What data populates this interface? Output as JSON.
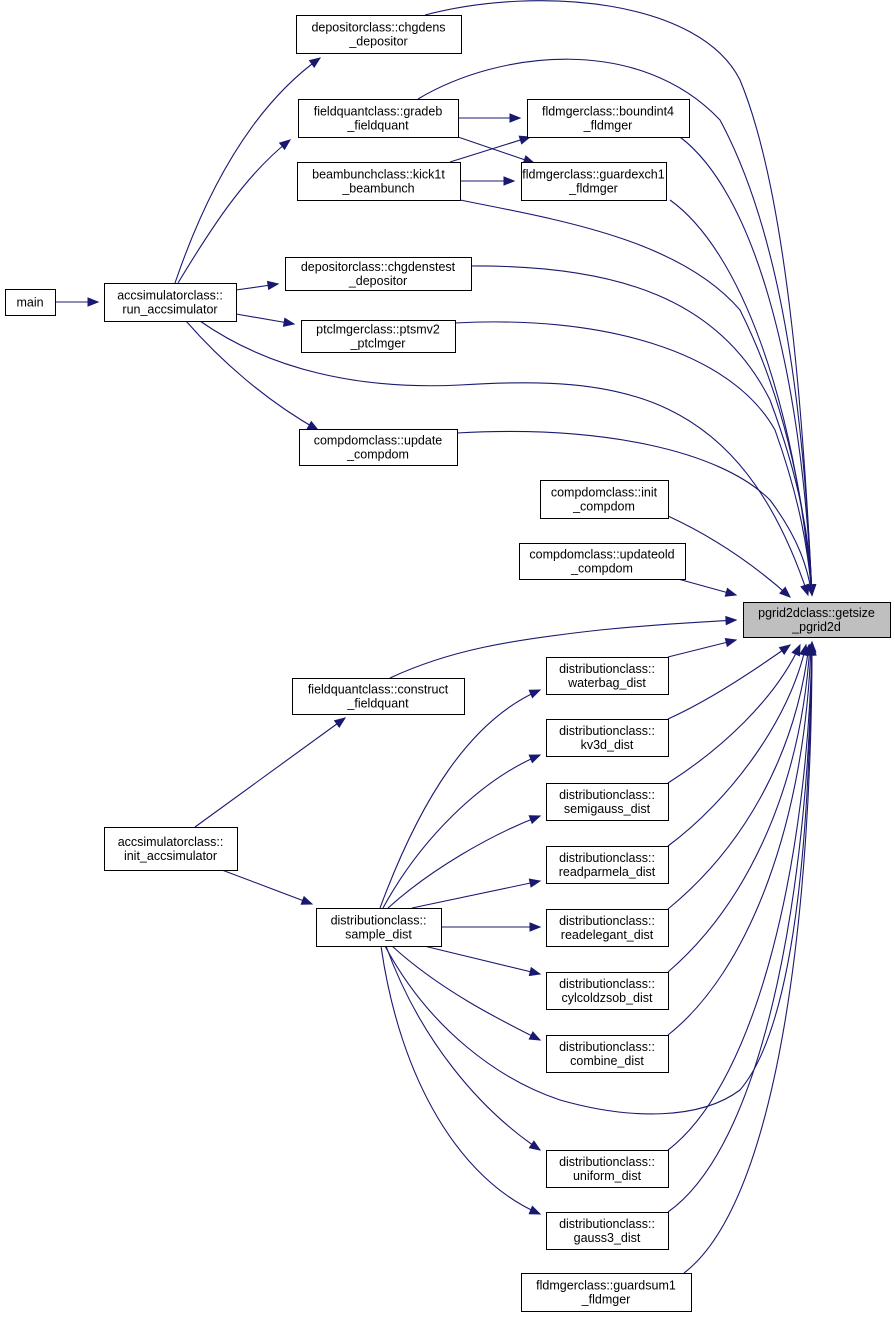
{
  "graph": {
    "nodes": [
      {
        "id": "main",
        "lines": [
          "main"
        ]
      },
      {
        "id": "run_acc",
        "lines": [
          "accsimulatorclass::",
          "run_accsimulator"
        ]
      },
      {
        "id": "chgdens",
        "lines": [
          "depositorclass::chgdens",
          "_depositor"
        ]
      },
      {
        "id": "gradeb",
        "lines": [
          "fieldquantclass::gradeb",
          "_fieldquant"
        ]
      },
      {
        "id": "kick1t",
        "lines": [
          "beambunchclass::kick1t",
          "_beambunch"
        ]
      },
      {
        "id": "boundint4",
        "lines": [
          "fldmgerclass::boundint4",
          "_fldmger"
        ]
      },
      {
        "id": "guardexch1",
        "lines": [
          "fldmgerclass::guardexch1",
          "_fldmger"
        ]
      },
      {
        "id": "chgdenstest",
        "lines": [
          "depositorclass::chgdenstest",
          "_depositor"
        ]
      },
      {
        "id": "ptsmv2",
        "lines": [
          "ptclmgerclass::ptsmv2",
          "_ptclmger"
        ]
      },
      {
        "id": "update_cd",
        "lines": [
          "compdomclass::update",
          "_compdom"
        ]
      },
      {
        "id": "init_cd",
        "lines": [
          "compdomclass::init",
          "_compdom"
        ]
      },
      {
        "id": "updateold_cd",
        "lines": [
          "compdomclass::updateold",
          "_compdom"
        ]
      },
      {
        "id": "getsize",
        "lines": [
          "pgrid2dclass::getsize",
          "_pgrid2d"
        ],
        "highlight": true
      },
      {
        "id": "construct_fq",
        "lines": [
          "fieldquantclass::construct",
          "_fieldquant"
        ]
      },
      {
        "id": "init_acc",
        "lines": [
          "accsimulatorclass::",
          "init_accsimulator"
        ]
      },
      {
        "id": "sample_dist",
        "lines": [
          "distributionclass::",
          "sample_dist"
        ]
      },
      {
        "id": "waterbag",
        "lines": [
          "distributionclass::",
          "waterbag_dist"
        ]
      },
      {
        "id": "kv3d",
        "lines": [
          "distributionclass::",
          "kv3d_dist"
        ]
      },
      {
        "id": "semigauss",
        "lines": [
          "distributionclass::",
          "semigauss_dist"
        ]
      },
      {
        "id": "readparmela",
        "lines": [
          "distributionclass::",
          "readparmela_dist"
        ]
      },
      {
        "id": "readelegant",
        "lines": [
          "distributionclass::",
          "readelegant_dist"
        ]
      },
      {
        "id": "cylcoldzsob",
        "lines": [
          "distributionclass::",
          "cylcoldzsob_dist"
        ]
      },
      {
        "id": "combine",
        "lines": [
          "distributionclass::",
          "combine_dist"
        ]
      },
      {
        "id": "uniform",
        "lines": [
          "distributionclass::",
          "uniform_dist"
        ]
      },
      {
        "id": "gauss3",
        "lines": [
          "distributionclass::",
          "gauss3_dist"
        ]
      },
      {
        "id": "guardsum1",
        "lines": [
          "fldmgerclass::guardsum1",
          "_fldmger"
        ]
      }
    ],
    "edges": [
      {
        "from": "main",
        "to": "run_acc"
      },
      {
        "from": "run_acc",
        "to": "chgdens"
      },
      {
        "from": "run_acc",
        "to": "gradeb"
      },
      {
        "from": "run_acc",
        "to": "chgdenstest"
      },
      {
        "from": "run_acc",
        "to": "ptsmv2"
      },
      {
        "from": "run_acc",
        "to": "update_cd"
      },
      {
        "from": "run_acc",
        "to": "getsize"
      },
      {
        "from": "chgdens",
        "to": "getsize"
      },
      {
        "from": "gradeb",
        "to": "boundint4"
      },
      {
        "from": "gradeb",
        "to": "guardexch1"
      },
      {
        "from": "gradeb",
        "to": "getsize"
      },
      {
        "from": "kick1t",
        "to": "boundint4"
      },
      {
        "from": "kick1t",
        "to": "guardexch1"
      },
      {
        "from": "kick1t",
        "to": "getsize"
      },
      {
        "from": "boundint4",
        "to": "getsize"
      },
      {
        "from": "guardexch1",
        "to": "getsize"
      },
      {
        "from": "chgdenstest",
        "to": "getsize"
      },
      {
        "from": "ptsmv2",
        "to": "getsize"
      },
      {
        "from": "update_cd",
        "to": "getsize"
      },
      {
        "from": "init_cd",
        "to": "getsize"
      },
      {
        "from": "updateold_cd",
        "to": "getsize"
      },
      {
        "from": "construct_fq",
        "to": "getsize"
      },
      {
        "from": "init_acc",
        "to": "construct_fq"
      },
      {
        "from": "init_acc",
        "to": "sample_dist"
      },
      {
        "from": "sample_dist",
        "to": "waterbag"
      },
      {
        "from": "sample_dist",
        "to": "kv3d"
      },
      {
        "from": "sample_dist",
        "to": "semigauss"
      },
      {
        "from": "sample_dist",
        "to": "readparmela"
      },
      {
        "from": "sample_dist",
        "to": "readelegant"
      },
      {
        "from": "sample_dist",
        "to": "cylcoldzsob"
      },
      {
        "from": "sample_dist",
        "to": "combine"
      },
      {
        "from": "sample_dist",
        "to": "uniform"
      },
      {
        "from": "sample_dist",
        "to": "gauss3"
      },
      {
        "from": "sample_dist",
        "to": "getsize"
      },
      {
        "from": "waterbag",
        "to": "getsize"
      },
      {
        "from": "kv3d",
        "to": "getsize"
      },
      {
        "from": "semigauss",
        "to": "getsize"
      },
      {
        "from": "readparmela",
        "to": "getsize"
      },
      {
        "from": "readelegant",
        "to": "getsize"
      },
      {
        "from": "cylcoldzsob",
        "to": "getsize"
      },
      {
        "from": "combine",
        "to": "getsize"
      },
      {
        "from": "uniform",
        "to": "getsize"
      },
      {
        "from": "gauss3",
        "to": "getsize"
      },
      {
        "from": "guardsum1",
        "to": "getsize"
      }
    ]
  }
}
